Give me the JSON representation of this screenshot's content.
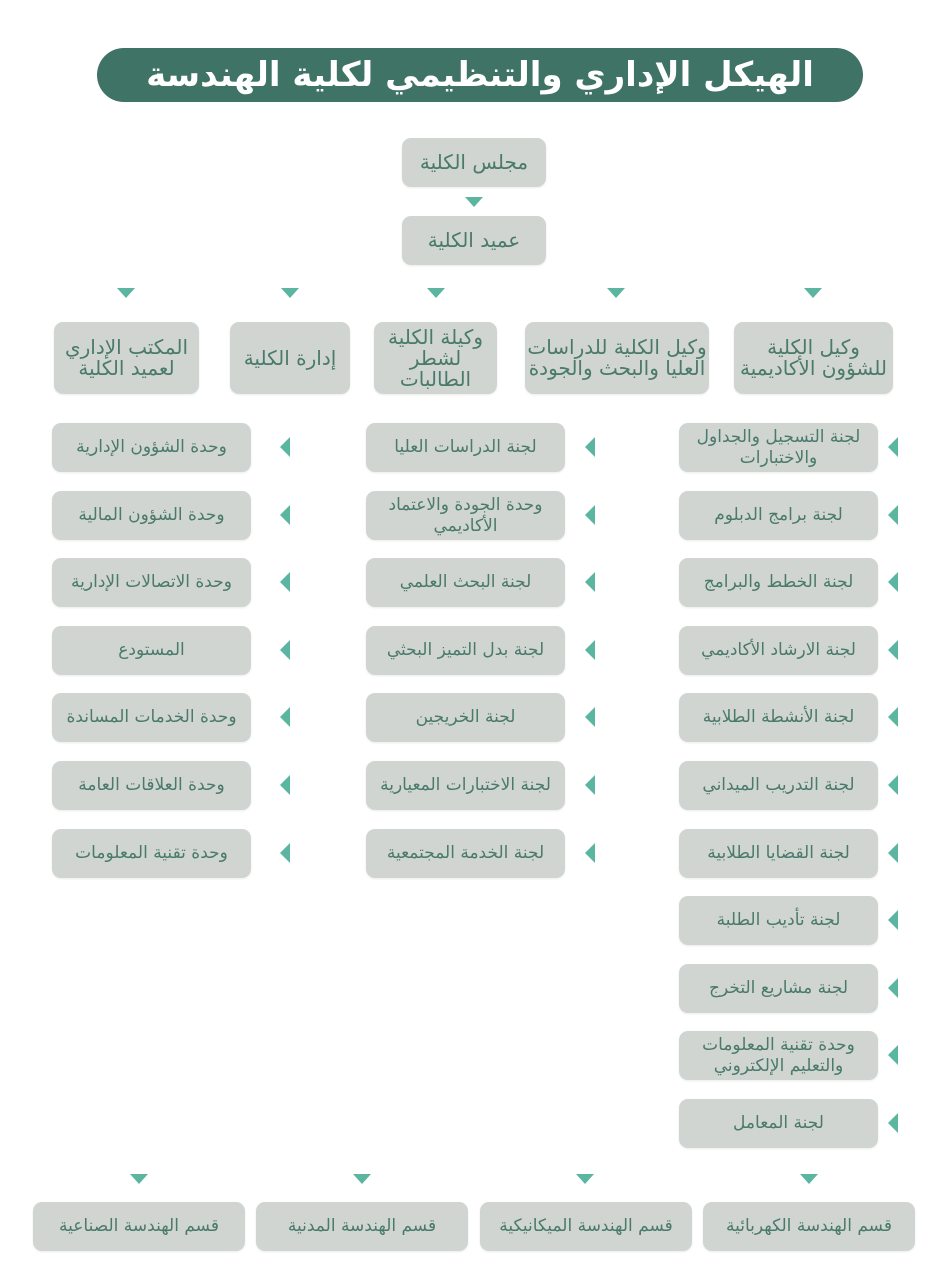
{
  "title": "الهيكل الإداري والتنظيمي لكلية الهندسة",
  "council": "مجلس الكلية",
  "dean": "عميد الكلية",
  "level2": [
    "وكيل الكلية للشؤون الأكاديمية",
    "وكيل الكلية للدراسات العليا والبحث والجودة",
    "وكيلة الكلية لشطر الطالبات",
    "إدارة الكلية",
    "المكتب الإداري لعميد الكلية"
  ],
  "academic_committees": [
    "لجنة التسجيل والجداول والاختبارات",
    "لجنة برامج الدبلوم",
    "لجنة الخطط والبرامج",
    "لجنة الارشاد الأكاديمي",
    "لجنة الأنشطة الطلابية",
    "لجنة التدريب الميداني",
    "لجنة القضايا الطلابية",
    "لجنة تأديب الطلبة",
    "لجنة مشاريع التخرج",
    "وحدة تقنية المعلومات والتعليم الإلكتروني",
    "لجنة المعامل"
  ],
  "graduate_committees": [
    "لجنة الدراسات العليا",
    "وحدة الجودة والاعتماد الأكاديمي",
    "لجنة البحث العلمي",
    "لجنة بدل التميز البحثي",
    "لجنة الخريجين",
    "لجنة الاختبارات المعيارية",
    "لجنة الخدمة المجتمعية"
  ],
  "admin_units": [
    "وحدة الشؤون الإدارية",
    "وحدة الشؤون المالية",
    "وحدة الاتصالات الإدارية",
    "المستودع",
    "وحدة الخدمات المساندة",
    "وحدة العلاقات العامة",
    "وحدة تقنية المعلومات"
  ],
  "departments": [
    "قسم الهندسة الكهربائية",
    "قسم الهندسة الميكانيكية",
    "قسم الهندسة المدنية",
    "قسم الهندسة الصناعية"
  ],
  "colors": {
    "title_bg": "#3f7365",
    "box_bg": "#d0d5d2",
    "text": "#4a7a6c",
    "arrow": "#5bb5a0"
  }
}
